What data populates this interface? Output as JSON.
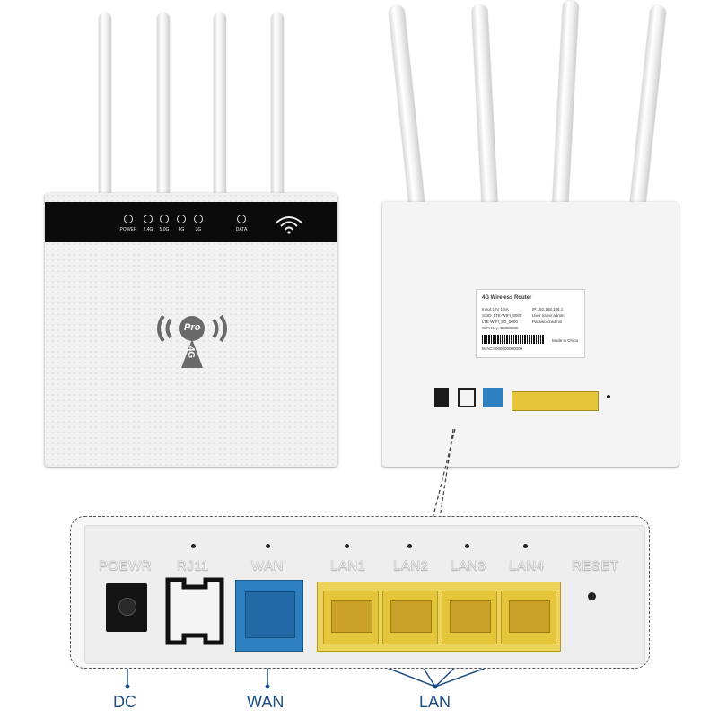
{
  "front": {
    "leds": [
      {
        "icon": "power-icon",
        "label": "POWER"
      },
      {
        "icon": "wifi-24-icon",
        "label": "2.4G"
      },
      {
        "icon": "wifi-5g-icon",
        "label": "5.0G"
      },
      {
        "icon": "signal-4g-icon",
        "label": "4G"
      },
      {
        "icon": "signal-3g-icon",
        "label": "3G"
      },
      {
        "icon": "data-icon",
        "label": "DATA"
      }
    ],
    "logo_text": "Pro",
    "badge_text": "4G"
  },
  "back_sticker": {
    "title": "4G Wireless Router",
    "lines_left": [
      "Input:12V 1.5A",
      "SSID: LTE-WIFI_5000",
      "LTE-WIFI_5G_5000",
      "WiFi Key: 88888888"
    ],
    "lines_right": [
      "IP:192.168.188.1",
      "User name:admin",
      "Password:admin"
    ],
    "mac": "IMAC:0000000000000",
    "origin": "Made in China"
  },
  "ports": {
    "power": "POEWR",
    "rj11": "RJ11",
    "wan": "WAN",
    "lan": [
      "LAN1",
      "LAN2",
      "LAN3",
      "LAN4"
    ],
    "reset": "RESET"
  },
  "callouts": {
    "dc": "DC",
    "wan": "WAN",
    "lan": "LAN"
  },
  "colors": {
    "lan_port": "#e5c63a",
    "wan_port": "#2d7fc0",
    "callout": "#1e4e86"
  }
}
